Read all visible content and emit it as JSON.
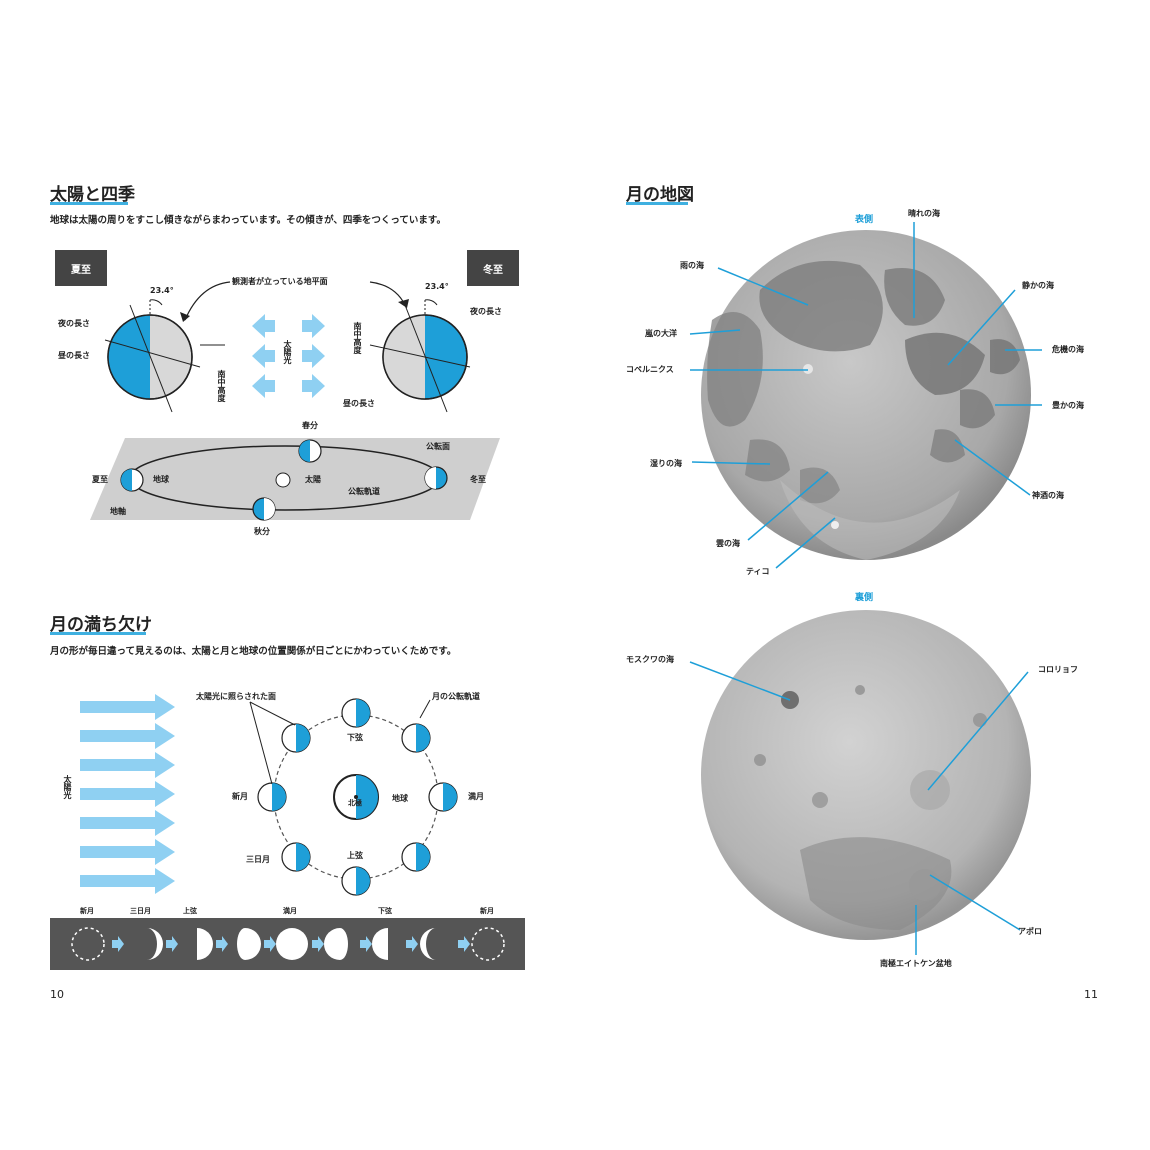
{
  "left": {
    "section1": {
      "title": "太陽と四季",
      "lead": "地球は太陽の周りをすこし傾きながらまわっています。その傾きが、四季をつくっています。",
      "summer_tag": "夏至",
      "winter_tag": "冬至",
      "tilt": "23.4°",
      "labels": {
        "observer_plane": "観測者が立っている地平面",
        "night_length": "夜の長さ",
        "day_length": "昼の長さ",
        "culmination": "南中高度",
        "sunlight": "太陽光",
        "spring": "春分",
        "autumn": "秋分",
        "summer": "夏至",
        "winter": "冬至",
        "earth": "地球",
        "sun": "太陽",
        "axis": "地軸",
        "orbit": "公転軌道",
        "orbit_plane": "公転面"
      }
    },
    "section2": {
      "title": "月の満ち欠け",
      "lead": "月の形が毎日違って見えるのは、太陽と月と地球の位置関係が日ごとにかわっていくためです。",
      "labels": {
        "sunlight": "太陽光",
        "lit_side": "太陽光に照らされた面",
        "moon_orbit": "月の公転軌道",
        "new_moon": "新月",
        "crescent": "三日月",
        "first_quarter": "上弦",
        "full_moon": "満月",
        "last_quarter": "下弦",
        "earth": "地球",
        "north_pole": "北極"
      },
      "phase_strip": [
        "新月",
        "三日月",
        "上弦",
        "満月",
        "下弦",
        "新月"
      ]
    },
    "page_number": "10"
  },
  "right": {
    "title": "月の地図",
    "near_side": {
      "heading": "表側",
      "labels": [
        "晴れの海",
        "雨の海",
        "静かの海",
        "嵐の大洋",
        "危機の海",
        "コペルニクス",
        "豊かの海",
        "湿りの海",
        "神酒の海",
        "雲の海",
        "ティコ"
      ]
    },
    "far_side": {
      "heading": "裏側",
      "labels": [
        "モスクワの海",
        "コロリョフ",
        "アポロ",
        "南極エイトケン盆地"
      ]
    },
    "page_number": "11"
  },
  "colors": {
    "accent": "#3fb0e0",
    "earth_blue": "#1e9fd8",
    "arrow_blue": "#8fd0f2",
    "strip_bg": "#555555",
    "tag_bg": "#444444"
  }
}
